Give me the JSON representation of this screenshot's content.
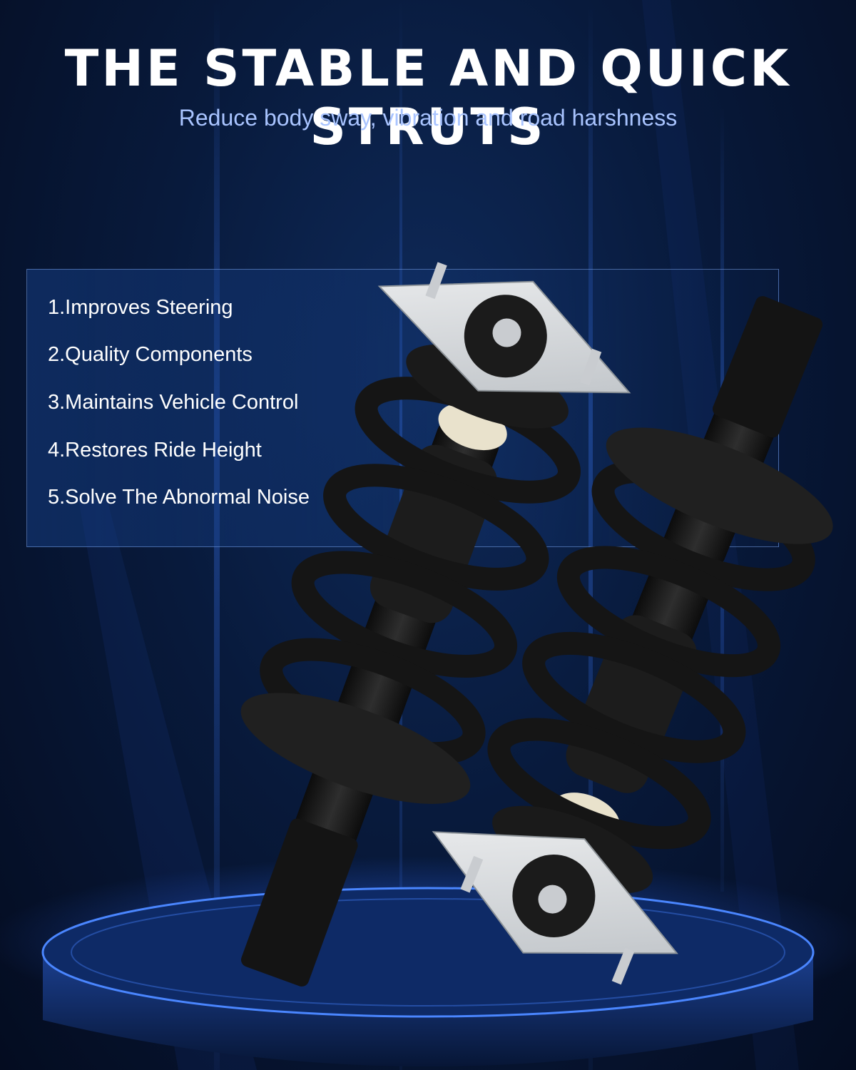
{
  "header": {
    "title": "THE STABLE AND QUICK STRUTS",
    "subtitle": "Reduce body sway, vibration and road harshness"
  },
  "features": [
    "1.Improves Steering",
    "2.Quality Components",
    "3.Maintains Vehicle Control",
    "4.Restores Ride Height",
    "5.Solve The Abnormal Noise"
  ],
  "colors": {
    "background": "#081a3c",
    "title": "#ffffff",
    "subtitle": "#a9c4ff",
    "accent_light": "#2f6bff",
    "strut_body": "#1a1a1a",
    "mount_plate": "#d9dcde"
  }
}
